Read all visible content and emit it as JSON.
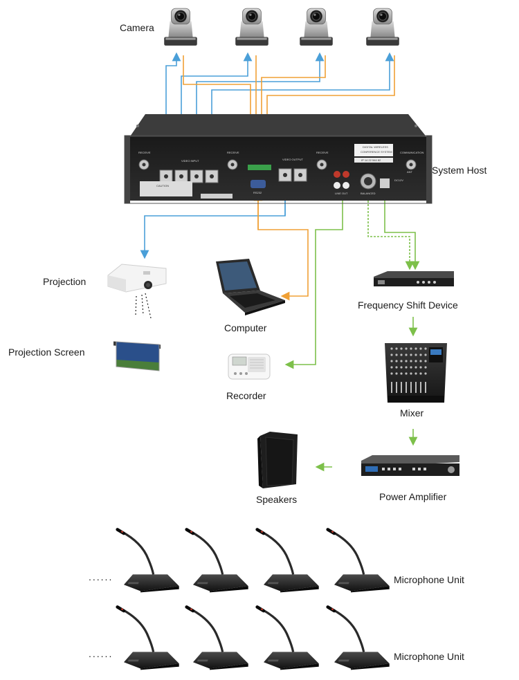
{
  "labels": {
    "camera": "Camera",
    "system_host": "System Host",
    "projection": "Projection",
    "projection_screen": "Projection Screen",
    "computer": "Computer",
    "recorder": "Recorder",
    "frequency_shift": "Frequency Shift Device",
    "mixer": "Mixer",
    "power_amplifier": "Power Amplifier",
    "speakers": "Speakers",
    "mic_unit_1": "Microphone Unit",
    "mic_unit_2": "Microphone Unit",
    "ellipsis_1": "......",
    "ellipsis_2": "......"
  },
  "host_panel": {
    "port_receive_1": "RECEIVE",
    "port_video_input": "VIDEO INPUT",
    "port_receive_2": "RECEIVE",
    "port_video_output": "VIDEO OUTPUT",
    "port_receive_3": "RECEIVE",
    "port_communication": "COMMUNICATION",
    "port_ant": "ANT",
    "port_rs232": "RS232",
    "port_line_out": "LINE OUT",
    "port_balanced": "BALANCED",
    "port_power": "DC12V",
    "brand_line1": "DIGITAL WIRELESS",
    "brand_line2": "CONFERENCE SYSTEM",
    "ip_label": "IP 14 22 544 82",
    "caution": "CAUTION"
  },
  "colors": {
    "video_line": "#4a9fd8",
    "control_line": "#f0a035",
    "audio_line": "#7dc04a",
    "device_dark": "#2a2a2a"
  }
}
